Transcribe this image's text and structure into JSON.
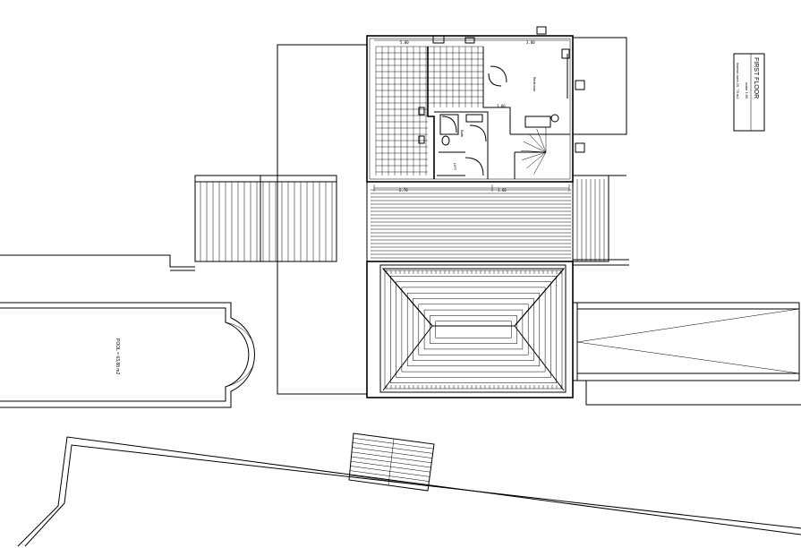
{
  "title_block": {
    "line1": "FIRST FLOOR",
    "line2": "scale 1:50",
    "line3": "Interior area 20, 75 m2"
  },
  "labels": {
    "bedroom": "Bedroom",
    "bath": "Bath",
    "lift": "LIFT",
    "pool": "POOL = 63,88 m2"
  },
  "dimensions": {
    "top_left": "5.00",
    "top_right": "3.00",
    "bottom_left": "6.70",
    "bottom_right": "3.60",
    "inner": "3.00"
  },
  "colors": {
    "line": "#000000",
    "background": "#ffffff"
  }
}
